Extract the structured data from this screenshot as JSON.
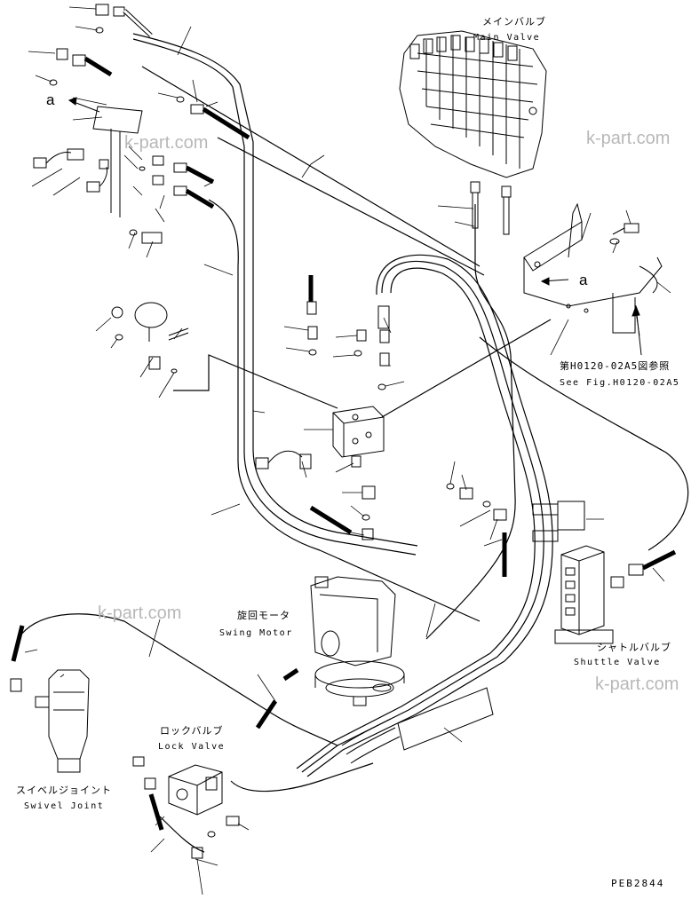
{
  "labels": {
    "main_valve_jp": "メインバルブ",
    "main_valve_en": "Main Valve",
    "figref_jp": "第H0120-02A5図参照",
    "figref_en": "See Fig.H0120-02A5",
    "swing_motor_jp": "旋回モータ",
    "swing_motor_en": "Swing Motor",
    "shuttle_valve_jp": "シャトルバルブ",
    "shuttle_valve_en": "Shuttle Valve",
    "lock_valve_jp": "ロックバルブ",
    "lock_valve_en": "Lock Valve",
    "swivel_joint_jp": "スイベルジョイント",
    "swivel_joint_en": "Swivel Joint",
    "view_marker_left": "a",
    "view_marker_right": "a",
    "drawing_code": "PEB2844"
  },
  "watermark": "k-part.com",
  "colors": {
    "line": "#000000",
    "background": "#ffffff",
    "watermark": "#b8b8b8"
  }
}
